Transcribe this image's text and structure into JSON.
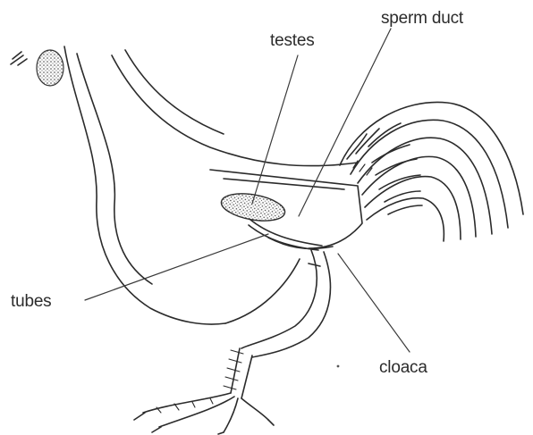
{
  "figure": {
    "labels": {
      "sperm_duct": "sperm duct",
      "testes": "testes",
      "tubes": "tubes",
      "cloaca": "cloaca"
    },
    "colors": {
      "line": "#2b2b2b",
      "stipple": "#555555",
      "background": "#ffffff"
    }
  }
}
